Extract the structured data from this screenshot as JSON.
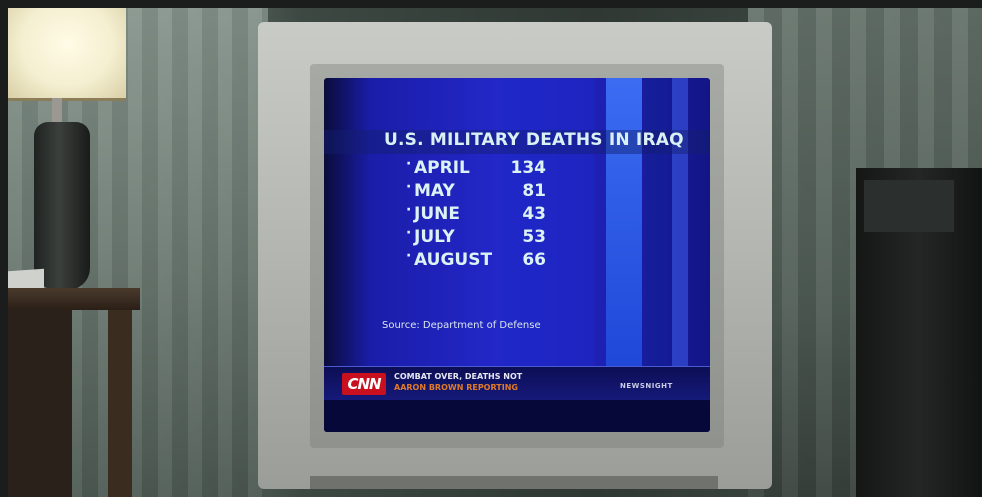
{
  "screen": {
    "title": "U.S. MILITARY DEATHS IN IRAQ",
    "bullet": "·",
    "rows": [
      {
        "month": "APRIL",
        "value": "134"
      },
      {
        "month": "MAY",
        "value": "81"
      },
      {
        "month": "JUNE",
        "value": "43"
      },
      {
        "month": "JULY",
        "value": "53"
      },
      {
        "month": "AUGUST",
        "value": "66"
      }
    ],
    "source": "Source: Department of Defense"
  },
  "lower_third": {
    "logo": "CNN",
    "line1": "COMBAT OVER, DEATHS NOT",
    "line2": "AARON BROWN REPORTING",
    "show": "NEWSNIGHT"
  },
  "colors": {
    "screen_blue": "#2327c8",
    "text": "#dcf2f5",
    "cnn_red": "#c8101f",
    "ticker_orange": "#e07a2a"
  }
}
